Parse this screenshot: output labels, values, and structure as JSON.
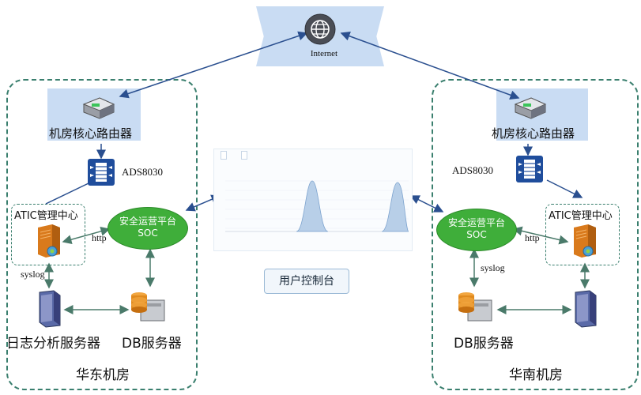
{
  "internet": {
    "label": "Internet"
  },
  "east": {
    "router_label": "机房核心路由器",
    "ads_label": "ADS8030",
    "atic_label": "ATIC管理中心",
    "soc_line1": "安全运营平台",
    "soc_line2": "SOC",
    "http_label": "http",
    "syslog_label": "syslog",
    "log_server_label": "日志分析服务器",
    "db_label": "DB服务器",
    "region_label": "华东机房"
  },
  "south": {
    "router_label": "机房核心路由器",
    "ads_label": "ADS8030",
    "atic_label": "ATIC管理中心",
    "soc_line1": "安全运营平台",
    "soc_line2": "SOC",
    "http_label": "http",
    "syslog_label": "syslog",
    "db_label": "DB服务器",
    "region_label": "华南机房"
  },
  "console": {
    "label": "用户控制台"
  },
  "colors": {
    "region_border": "#3a7f6e",
    "ribbon": "#c9dcf3",
    "soc_fill": "#3fae3a",
    "arrow_blue": "#2a4f8f",
    "arrow_green": "#4a7a6a",
    "peak_fill": "#b8cfe8"
  }
}
